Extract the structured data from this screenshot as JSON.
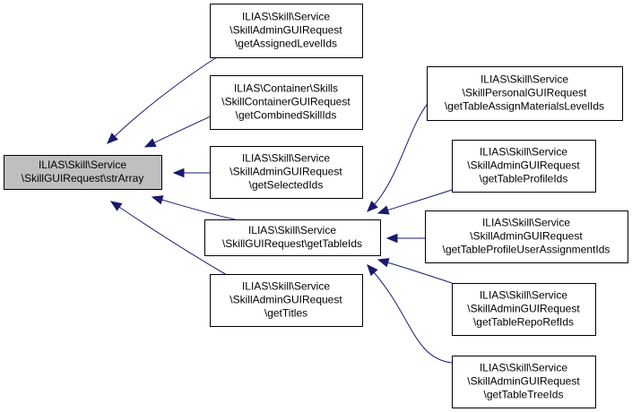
{
  "nodes": {
    "strArray": [
      "ILIAS\\Skill\\Service",
      "\\SkillGUIRequest\\strArray"
    ],
    "getAssignedLevelIds": [
      "ILIAS\\Skill\\Service",
      "\\SkillAdminGUIRequest",
      "\\getAssignedLevelIds"
    ],
    "getCombinedSkillIds": [
      "ILIAS\\Container\\Skills",
      "\\SkillContainerGUIRequest",
      "\\getCombinedSkillIds"
    ],
    "getSelectedIds": [
      "ILIAS\\Skill\\Service",
      "\\SkillAdminGUIRequest",
      "\\getSelectedIds"
    ],
    "getTableIds": [
      "ILIAS\\Skill\\Service",
      "\\SkillGUIRequest\\getTableIds"
    ],
    "getTitles": [
      "ILIAS\\Skill\\Service",
      "\\SkillAdminGUIRequest",
      "\\getTitles"
    ],
    "getTableAssignMaterialsLevelIds": [
      "ILIAS\\Skill\\Service",
      "\\SkillPersonalGUIRequest",
      "\\getTableAssignMaterialsLevelIds"
    ],
    "getTableProfileIds": [
      "ILIAS\\Skill\\Service",
      "\\SkillAdminGUIRequest",
      "\\getTableProfileIds"
    ],
    "getTableProfileUserAssignmentIds": [
      "ILIAS\\Skill\\Service",
      "\\SkillAdminGUIRequest",
      "\\getTableProfileUserAssignmentIds"
    ],
    "getTableRepoRefIds": [
      "ILIAS\\Skill\\Service",
      "\\SkillAdminGUIRequest",
      "\\getTableRepoRefIds"
    ],
    "getTableTreeIds": [
      "ILIAS\\Skill\\Service",
      "\\SkillAdminGUIRequest",
      "\\getTableTreeIds"
    ]
  },
  "edges": [
    {
      "from": "getAssignedLevelIds",
      "to": "strArray"
    },
    {
      "from": "getCombinedSkillIds",
      "to": "strArray"
    },
    {
      "from": "getSelectedIds",
      "to": "strArray"
    },
    {
      "from": "getTableIds",
      "to": "strArray"
    },
    {
      "from": "getTitles",
      "to": "strArray"
    },
    {
      "from": "getTableAssignMaterialsLevelIds",
      "to": "getTableIds"
    },
    {
      "from": "getTableProfileIds",
      "to": "getTableIds"
    },
    {
      "from": "getTableProfileUserAssignmentIds",
      "to": "getTableIds"
    },
    {
      "from": "getTableRepoRefIds",
      "to": "getTableIds"
    },
    {
      "from": "getTableTreeIds",
      "to": "getTableIds"
    }
  ],
  "colors": {
    "edge": "#191970",
    "focus_fill": "#bfbfbf",
    "node_fill": "#ffffff",
    "border": "#000000"
  }
}
